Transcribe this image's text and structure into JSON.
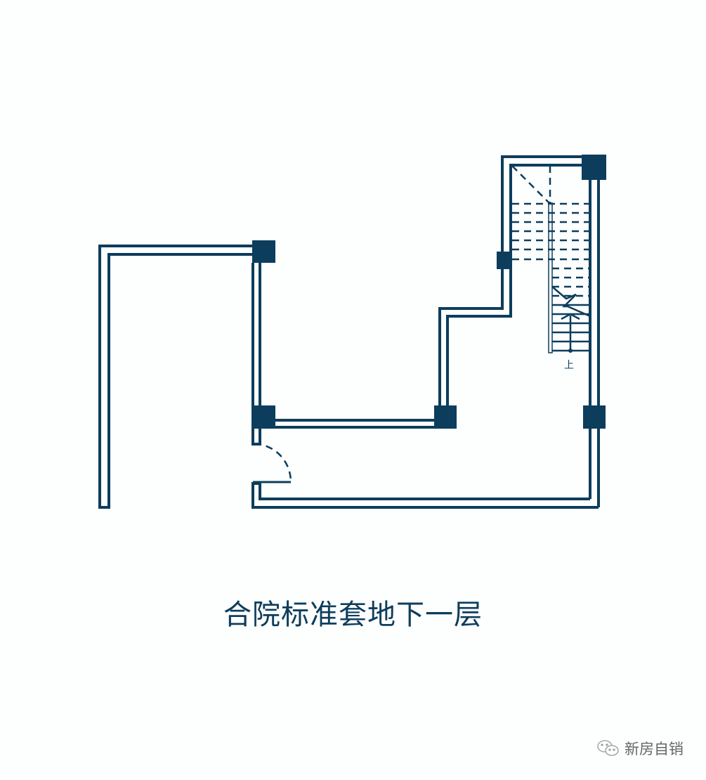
{
  "title": "合院标准套地下一层",
  "stair_label": "上",
  "watermark": {
    "icon": "wechat-icon",
    "text": "新房自销"
  },
  "colors": {
    "wall": "#0d3d5c",
    "background": "#fdfefe"
  }
}
